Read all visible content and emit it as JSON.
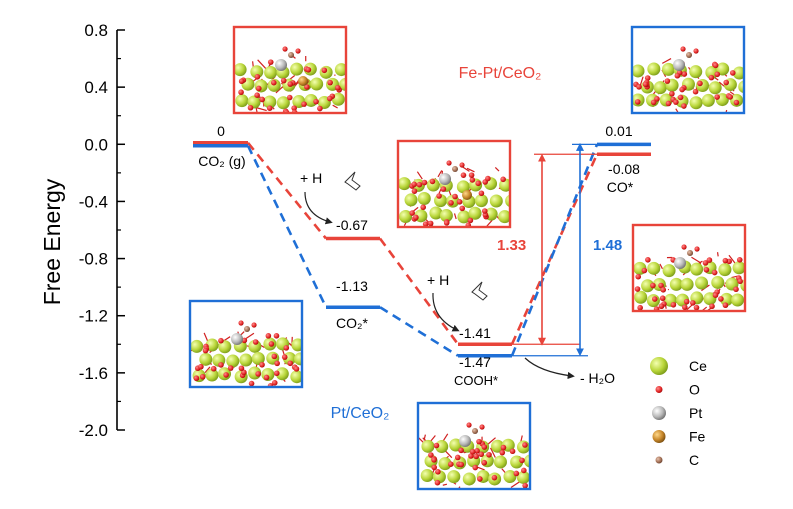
{
  "chart_data": {
    "type": "line",
    "ylabel": "Free Energy",
    "ylim": [
      -2.0,
      0.8
    ],
    "yticks": [
      "0.8",
      "0.4",
      "0.0",
      "-0.4",
      "-0.8",
      "-1.2",
      "-1.6",
      "-2.0"
    ],
    "ytick_values": [
      0.8,
      0.4,
      0.0,
      -0.4,
      -0.8,
      -1.2,
      -1.6,
      -2.0
    ],
    "grid": false,
    "series": [
      {
        "name": "Fe-Pt/CeO₂",
        "color": "#e8443a",
        "values": [
          0,
          -0.67,
          -1.41,
          -0.08
        ],
        "value_labels": [
          "0",
          "-0.67",
          "-1.41",
          "-0.08"
        ]
      },
      {
        "name": "Pt/CeO₂",
        "color": "#1f6fd6",
        "values": [
          0,
          -1.13,
          -1.47,
          0.01
        ],
        "value_labels": [
          "",
          "-1.13",
          "-1.47",
          "0.01"
        ]
      }
    ],
    "state_labels": {
      "co2g": "CO₂ (g)",
      "co2ads": "CO₂*",
      "cooh": "COOH*",
      "co": "CO*"
    },
    "annotations": {
      "plus_h_1": "+ H",
      "plus_h_2": "+ H",
      "minus_h2o": "- H₂O",
      "barrier_fept": "1.33",
      "barrier_pt": "1.48"
    },
    "legend": [
      {
        "label": "Ce",
        "color": "#b9d63a"
      },
      {
        "label": "O",
        "color": "#e02020"
      },
      {
        "label": "Pt",
        "color": "#b8b8b8"
      },
      {
        "label": "Fe",
        "color": "#c7872a"
      },
      {
        "label": "C",
        "color": "#a8755a"
      }
    ]
  }
}
